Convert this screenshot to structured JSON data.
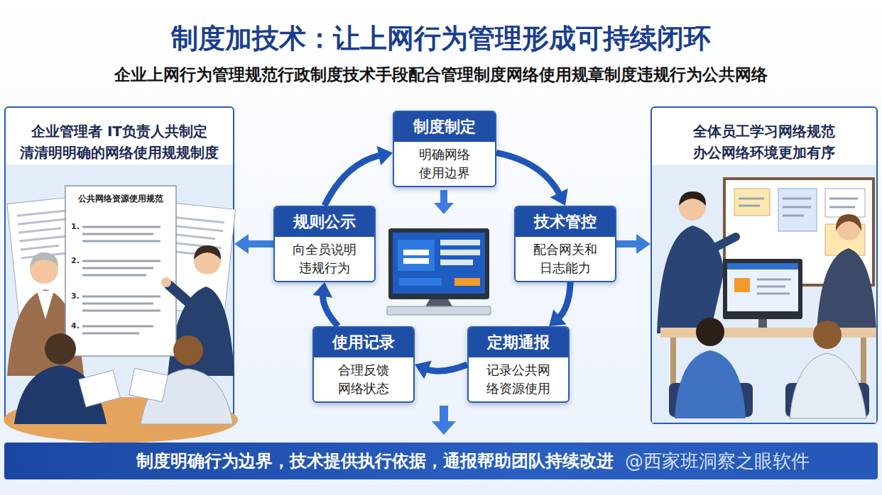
{
  "diagram": {
    "title": "制度加技术：让上网行为管理形成可持续闭环",
    "nodes": [
      {
        "text": [
          "企业管理者 IT负责人共制定 清清明明确的网络使用规规制度"
        ]
      },
      {
        "text": [
          "制度制定",
          "明确网络 使用边界"
        ]
      },
      {
        "text": [
          "规则公示",
          "向全员说明 违规行为"
        ]
      },
      {
        "text": [
          "技术管控",
          "配合网关和 日志能力"
        ]
      },
      {
        "text": [
          "使用记录",
          "合理反馈 网络状态"
        ]
      },
      {
        "text": [
          "定期通报",
          "记录公共网 络资源使用"
        ]
      },
      {
        "text": [
          "全体员工学习网络规范 办公网络环境更加有序"
        ]
      },
      {
        "text": [
          "制度明确行为边界，技术提供执行依据，通报帮助团队持续改进"
        ]
      }
    ],
    "edges": [
      {
        "from": 1,
        "to": 3,
        "arrow": "to"
      },
      {
        "from": 3,
        "to": 5,
        "arrow": "to"
      },
      {
        "from": 5,
        "to": 4,
        "arrow": "to"
      },
      {
        "from": 4,
        "to": 2,
        "arrow": "to"
      },
      {
        "from": 2,
        "to": 1,
        "arrow": "to"
      },
      {
        "from": 2,
        "to": 0,
        "arrow": "to"
      },
      {
        "from": 3,
        "to": 6,
        "arrow": "to"
      }
    ],
    "labels": [
      "企业上网行为管理规范行政制度技术手段配合管理制度网络使用规章制度违规行为公共网络",
      "公共网络资源使用规范",
      "1.",
      "2.",
      "3.",
      "4.",
      "@西家班洞察之眼软件"
    ]
  }
}
